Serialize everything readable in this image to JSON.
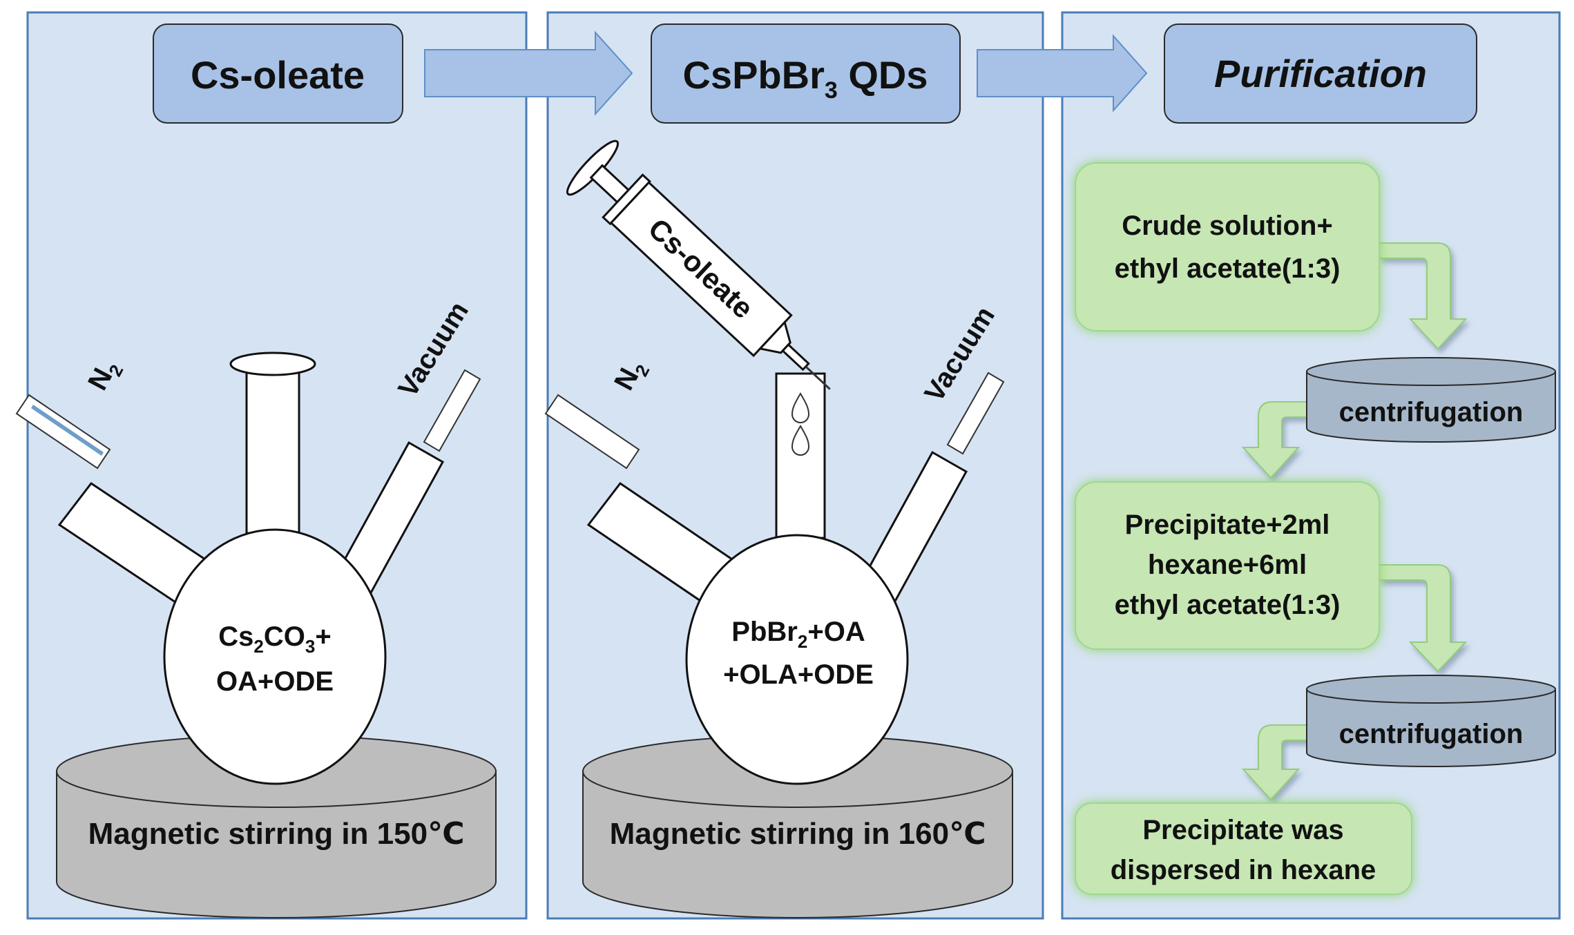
{
  "colors": {
    "panel_fill": "#d6e3f3",
    "panel_border": "#4a7cb5",
    "header_fill": "#a7c2e6",
    "arrow_fill": "#a7c2e6",
    "step_fill": "#c6e6b4",
    "step_glow": "#8fd46a",
    "cylinder_fill": "#a6b7c9",
    "stand_fill": "#bdbdbd"
  },
  "panels": {
    "p1": {
      "header": "Cs-oleate",
      "gas_label": "N",
      "gas_sub": "2",
      "vacuum_label": "Vacuum",
      "flask_line1_a": "Cs",
      "flask_line1_sub1": "2",
      "flask_line1_b": "CO",
      "flask_line1_sub2": "3",
      "flask_line1_c": "+",
      "flask_line2": "OA+ODE",
      "stand_label": "Magnetic stirring in 150℃"
    },
    "p2": {
      "header_a": "CsPbBr",
      "header_sub": "3",
      "header_b": " QDs",
      "syringe_label": "Cs-oleate",
      "gas_label": "N",
      "gas_sub": "2",
      "vacuum_label": "Vacuum",
      "flask_line1_a": "PbBr",
      "flask_line1_sub": "2",
      "flask_line1_b": "+OA",
      "flask_line2": "+OLA+ODE",
      "stand_label": "Magnetic stirring in 160℃"
    },
    "p3": {
      "header": "Purification",
      "step1_line1": "Crude solution+",
      "step1_line2": "ethyl acetate(1:3)",
      "centrifuge1": "centrifugation",
      "step2_line1": "Precipitate+2ml",
      "step2_line2": "hexane+6ml",
      "step2_line3": "ethyl acetate(1:3)",
      "centrifuge2": "centrifugation",
      "step3_line1": "Precipitate was",
      "step3_line2": "dispersed in hexane"
    }
  }
}
